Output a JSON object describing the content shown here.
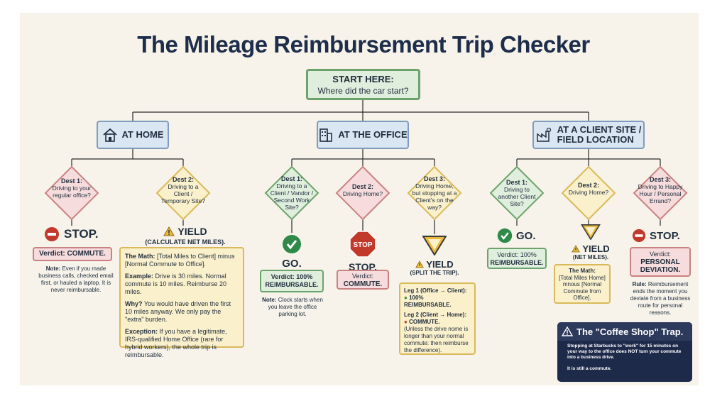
{
  "title": "The Mileage Reimbursement Trip Checker",
  "start": {
    "line1": "START HERE:",
    "line2": "Where did the car start?"
  },
  "categories": [
    {
      "label": "AT HOME",
      "icon": "house-icon"
    },
    {
      "label": "AT THE OFFICE",
      "icon": "office-building-icon"
    },
    {
      "label_line1": "AT A CLIENT SITE /",
      "label_line2": "FIELD LOCATION",
      "icon": "factory-icon"
    }
  ],
  "home": {
    "dest1": {
      "head": "Dest 1:",
      "text": "Driving to your regular office?"
    },
    "dest2": {
      "head": "Dest 2:",
      "text": "Driving to a Client / Temporary Site?"
    },
    "stop": {
      "label": "STOP.",
      "verdict": "Verdict: COMMUTE.",
      "note_bold": "Note:",
      "note": "Even if you made business calls, checked email first, or hauled a laptop. It is never reimbursable."
    },
    "yield": {
      "label": "YIELD",
      "sub": "(CALCULATE NET MILES).",
      "math_bold": "The Math:",
      "math": "[Total Miles to Client] minus [Normal Commute to Office].",
      "example_bold": "Example:",
      "example": "Drive is 30 miles. Normal commute is 10 miles. Reimburse 20 miles.",
      "why_bold": "Why?",
      "why": "You would have driven the first 10 miles anyway. We only pay the \"extra\" burden.",
      "exception_bold": "Exception:",
      "exception": "If you have a legitimate, IRS-qualified Home Office (rare for hybrid workers), the whole trip is reimbursable."
    }
  },
  "office": {
    "dest1": {
      "head": "Dest 1:",
      "text": "Driving to a Client / Vandor / Second Work Site?"
    },
    "dest2": {
      "head": "Dest 2:",
      "text": "Driving Home?"
    },
    "dest3": {
      "head": "Dest 3:",
      "text": "Driving Home, but stopping at a Client's on the way?"
    },
    "go": {
      "label": "GO.",
      "verdict": "Verdict: 100% REIMBURSABLE.",
      "note_bold": "Note:",
      "note": "Clock starts when you leave the office parking lot."
    },
    "stop": {
      "sign": "STOP",
      "label": "STOP.",
      "verdict_line1": "Verdict:",
      "verdict_line2": "COMMUTE."
    },
    "yield": {
      "label": "YIELD",
      "sub": "(SPLIT THE TRIP).",
      "leg1_bold": "Leg 1 (Office → Client):",
      "leg1": "100% REIMBURSABLE.",
      "leg2_bold": "Leg 2 (Client → Home):",
      "leg2": "COMMUTE.",
      "leg2_note": "(Unless the drive nome is longer than your normal commute: then reimburse the difference)."
    }
  },
  "client": {
    "dest1": {
      "head": "Dest 1:",
      "text": "Driving to another Client Site?"
    },
    "dest2": {
      "head": "Dest 2:",
      "text": "Driving Home?"
    },
    "dest3": {
      "head": "Dest 3:",
      "text": "Driving to Happy Hour / Personal Errand?"
    },
    "go": {
      "label": "GO.",
      "verdict_line1": "Verdict: 100%",
      "verdict_line2": "REIMBURSABLE."
    },
    "yield": {
      "label": "YIELD",
      "sub": "(NET MILES).",
      "math_bold": "The Math:",
      "math": "[Total Miles Home] mnous [Normal Commute from Office]."
    },
    "stop": {
      "label": "STOP.",
      "verdict_line1": "Verdict:",
      "verdict_line2": "PERSONAL",
      "verdict_line3": "DEVIATION.",
      "rule_bold": "Rule:",
      "rule": "Reimbursement ends the moment you deviate from a business route for personal reasons."
    }
  },
  "trap": {
    "title": "The \"Coffee Shop\" Trap.",
    "body": "Stopping at Starbucks to \"work\" for 15 minutes on your way to the office does NOT turn your commute into a business drive.",
    "body2": "It is still a commute."
  },
  "colors": {
    "navy": "#1d2d4a",
    "green": "#6ca36a",
    "red": "#c0392b",
    "yellow": "#e8b93a",
    "blue": "#7f9bbd"
  }
}
